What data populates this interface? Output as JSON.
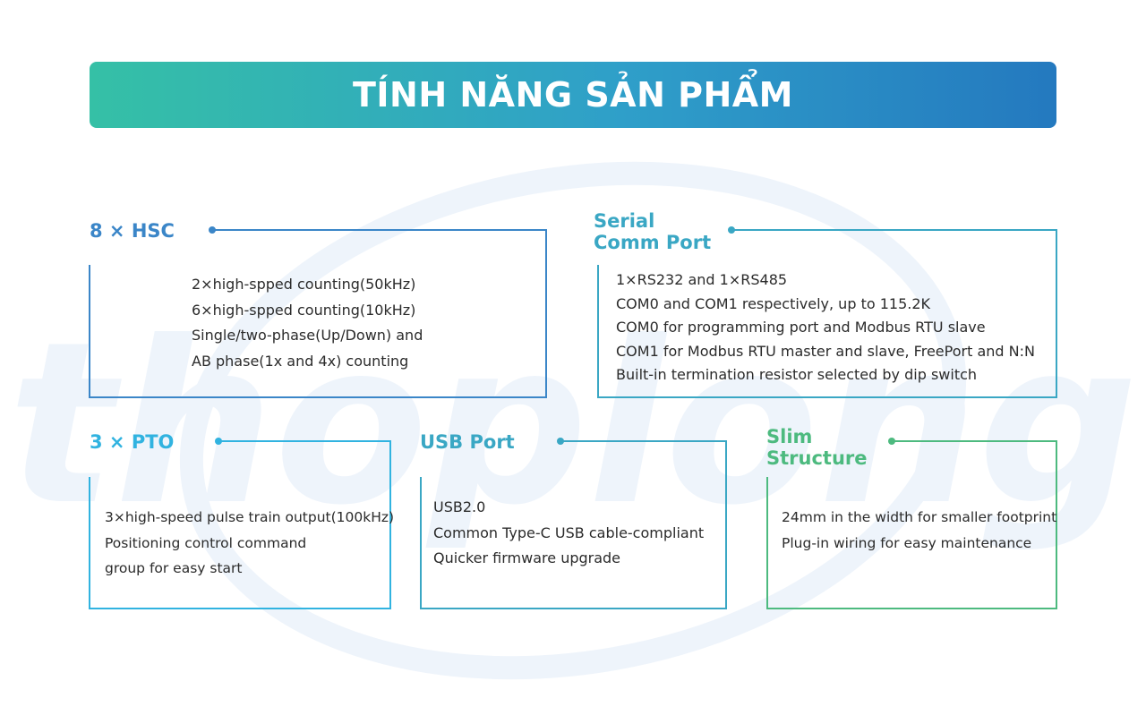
{
  "banner": {
    "title": "TÍNH NĂNG SẢN PHẨM"
  },
  "colors": {
    "blue": "#3b86c8",
    "sky": "#31b3e0",
    "teal": "#3aa7c4",
    "green": "#4dba7f",
    "banner_start": "#35c0a6",
    "banner_end": "#2479bf"
  },
  "features": {
    "hsc": {
      "title": "8 × HSC",
      "lines": [
        "2×high-spped counting(50kHz)",
        "6×high-spped counting(10kHz)",
        "Single/two-phase(Up/Down) and",
        "AB phase(1x and 4x) counting"
      ]
    },
    "serial": {
      "title_1": "Serial",
      "title_2": "Comm Port",
      "lines": [
        "1×RS232 and 1×RS485",
        "COM0 and COM1 respectively, up to 115.2K",
        "COM0 for programming port and Modbus RTU slave",
        "COM1 for Modbus RTU master and slave, FreePort and N:N",
        "Built-in termination resistor selected by dip switch"
      ]
    },
    "pto": {
      "title": "3 × PTO",
      "lines": [
        "3×high-speed pulse train output(100kHz)",
        "Positioning control command",
        "group for easy start"
      ]
    },
    "usb": {
      "title": "USB Port",
      "lines": [
        "USB2.0",
        "Common Type-C USB cable-compliant",
        "Quicker firmware upgrade"
      ]
    },
    "slim": {
      "title_1": "Slim",
      "title_2": "Structure",
      "lines": [
        "24mm in the width for smaller footprint",
        "Plug-in wiring for easy maintenance"
      ]
    }
  },
  "watermark": {
    "text": "thoplong"
  }
}
